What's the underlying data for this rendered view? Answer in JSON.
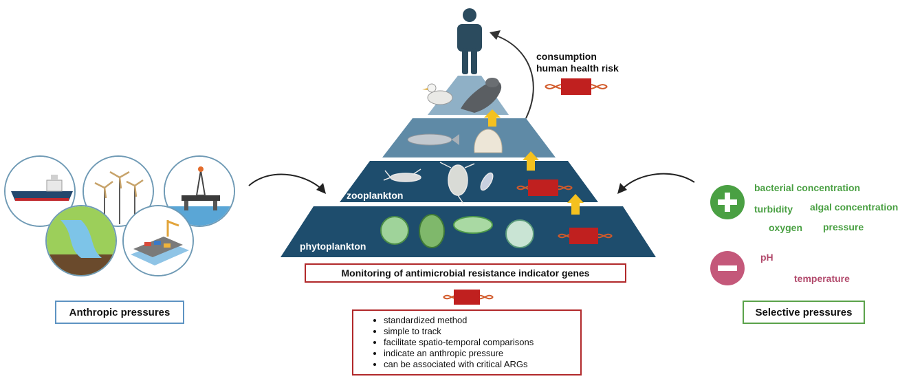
{
  "anthropic": {
    "title": "Anthropic pressures",
    "icons": [
      "ship-icon",
      "wind-turbine-icon",
      "oil-rig-icon",
      "river-icon",
      "port-icon"
    ]
  },
  "pyramid": {
    "zooplankton_label": "zooplankton",
    "phytoplankton_label": "phytoplankton",
    "top_note_line1": "consumption",
    "top_note_line2": "human health risk",
    "colors": {
      "tier_dark": "#1e4d6d",
      "tier_mid": "#5f8aa6",
      "tier_light": "#8fb0c6",
      "arrow": "#f4c11f",
      "gene": "#c0201f"
    }
  },
  "monitoring": {
    "title": "Monitoring of antimicrobial resistance indicator genes",
    "bullets": [
      "standardized method",
      "simple to track",
      "facilitate spatio-temporal comparisons",
      "indicate an anthropic pressure",
      "can be associated with critical ARGs"
    ]
  },
  "selective": {
    "title": "Selective pressures",
    "positive": [
      "bacterial concentration",
      "turbidity",
      "algal concentration",
      "oxygen",
      "pressure"
    ],
    "negative": [
      "pH",
      "temperature"
    ],
    "colors": {
      "positive": "#4aa043",
      "negative": "#b24a6c"
    }
  }
}
